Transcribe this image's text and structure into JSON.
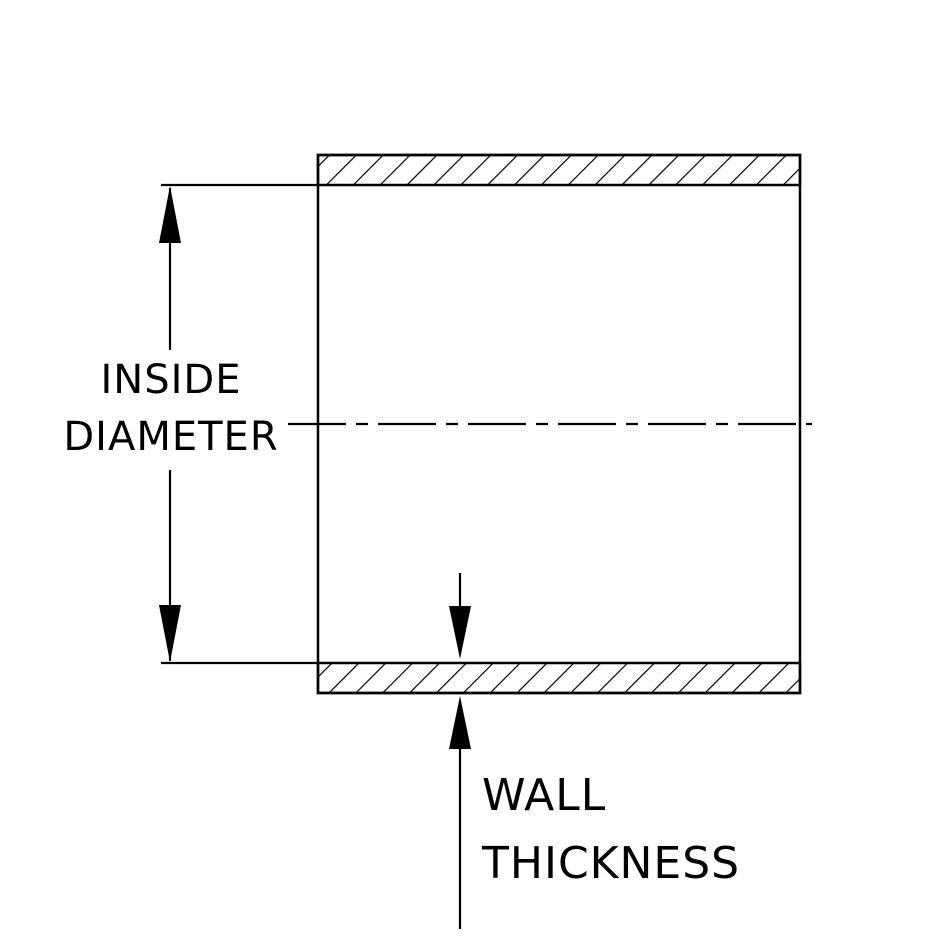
{
  "figure": {
    "type": "technical-cross-section-diagram",
    "colors": {
      "background": "#ffffff",
      "line": "#000000"
    },
    "labels": {
      "inside_diameter": {
        "line1": "INSIDE",
        "line2": "DIAMETER"
      },
      "wall_thickness": {
        "line1": "WALL",
        "line2": "THICKNESS"
      }
    }
  }
}
